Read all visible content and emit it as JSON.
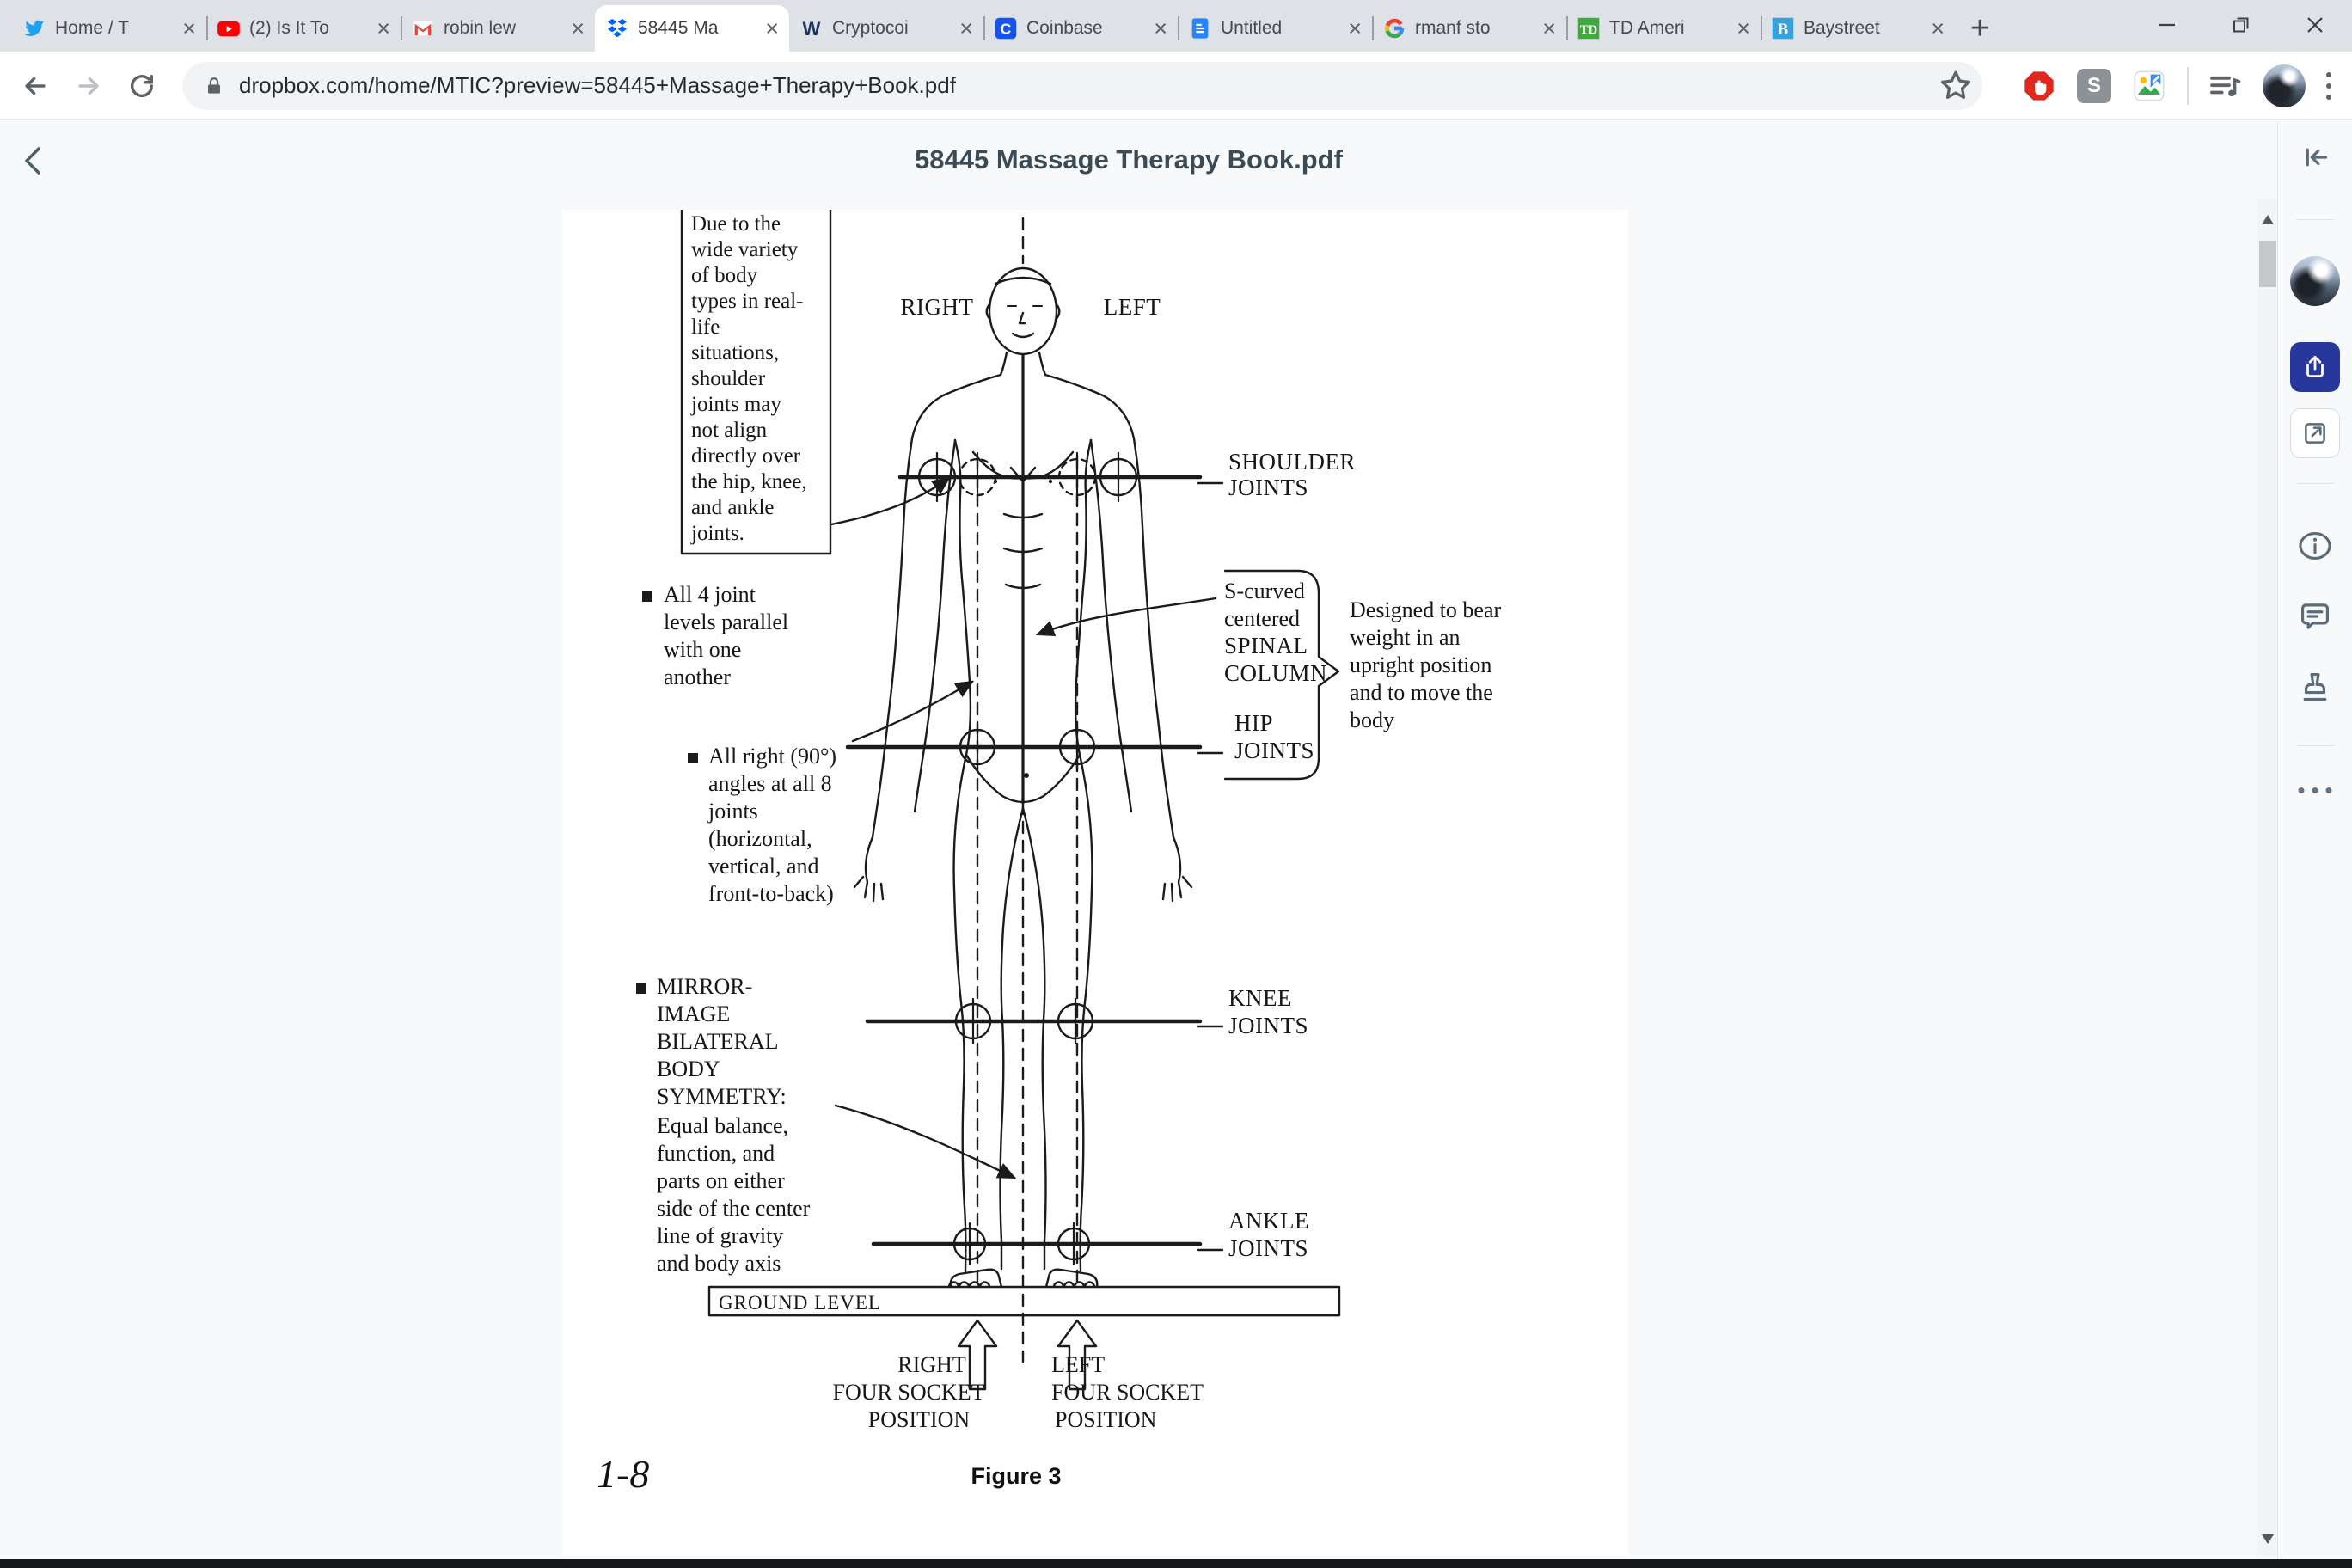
{
  "browser": {
    "new_tab_glyph": "+",
    "tab_close_glyph": "×",
    "tabs": [
      {
        "label": "Home / T"
      },
      {
        "label": "(2) Is It To"
      },
      {
        "label": "robin lew"
      },
      {
        "label": "58445 Ma"
      },
      {
        "label": "Cryptocoi"
      },
      {
        "label": "Coinbase"
      },
      {
        "label": "Untitled"
      },
      {
        "label": "rmanf sto"
      },
      {
        "label": "TD Ameri"
      },
      {
        "label": "Baystreet"
      }
    ],
    "favicon_glyphs": {
      "webull": "W",
      "coinbase": "C",
      "td": "TD",
      "baystreet": "B"
    },
    "url": "dropbox.com/home/MTIC?preview=58445+Massage+Therapy+Book.pdf",
    "extensions": {
      "s_badge": "S"
    }
  },
  "preview": {
    "title": "58445 Massage Therapy Book.pdf"
  },
  "figure": {
    "callout_lines": [
      "Due to the",
      "wide variety",
      "of body",
      "types in real-",
      "life",
      "situations,",
      "shoulder",
      "joints may",
      "not align",
      "directly over",
      "the hip, knee,",
      "and ankle",
      "joints."
    ],
    "right_label": "RIGHT",
    "left_label": "LEFT",
    "bullet_parallel": [
      "All 4 joint",
      "levels parallel",
      "with one",
      "another"
    ],
    "bullet_angles": [
      "All right (90°)",
      "angles at all 8",
      "joints",
      "(horizontal,",
      "vertical, and",
      "front-to-back)"
    ],
    "bullet_mirror_title": [
      "MIRROR-",
      "IMAGE",
      "BILATERAL",
      "BODY",
      "SYMMETRY:"
    ],
    "bullet_mirror_body": [
      "Equal balance,",
      "function, and",
      "parts on either",
      "side of the center",
      "line of gravity",
      "and body axis"
    ],
    "label_shoulder": [
      "SHOULDER",
      "JOINTS"
    ],
    "label_spinal": [
      "S-curved",
      "centered",
      "SPINAL",
      "COLUMN"
    ],
    "label_designed": [
      "Designed to bear",
      "weight in an",
      "upright position",
      "and to move the",
      "body"
    ],
    "label_hip": [
      "HIP",
      "JOINTS"
    ],
    "label_knee": [
      "KNEE",
      "JOINTS"
    ],
    "label_ankle": [
      "ANKLE",
      "JOINTS"
    ],
    "ground_level": "GROUND LEVEL",
    "socket_right": [
      "RIGHT",
      "FOUR SOCKET",
      "POSITION"
    ],
    "socket_left": [
      "LEFT",
      "FOUR SOCKET",
      "POSITION"
    ],
    "page_note": "1-8",
    "caption": "Figure 3"
  },
  "colors": {
    "chrome_strip": "#dee1e6",
    "preview_bg": "#f7f9fa",
    "share_button_blue": "#27379b",
    "adblock_red": "#e0281e",
    "dropbox_blue": "#0062ff"
  }
}
